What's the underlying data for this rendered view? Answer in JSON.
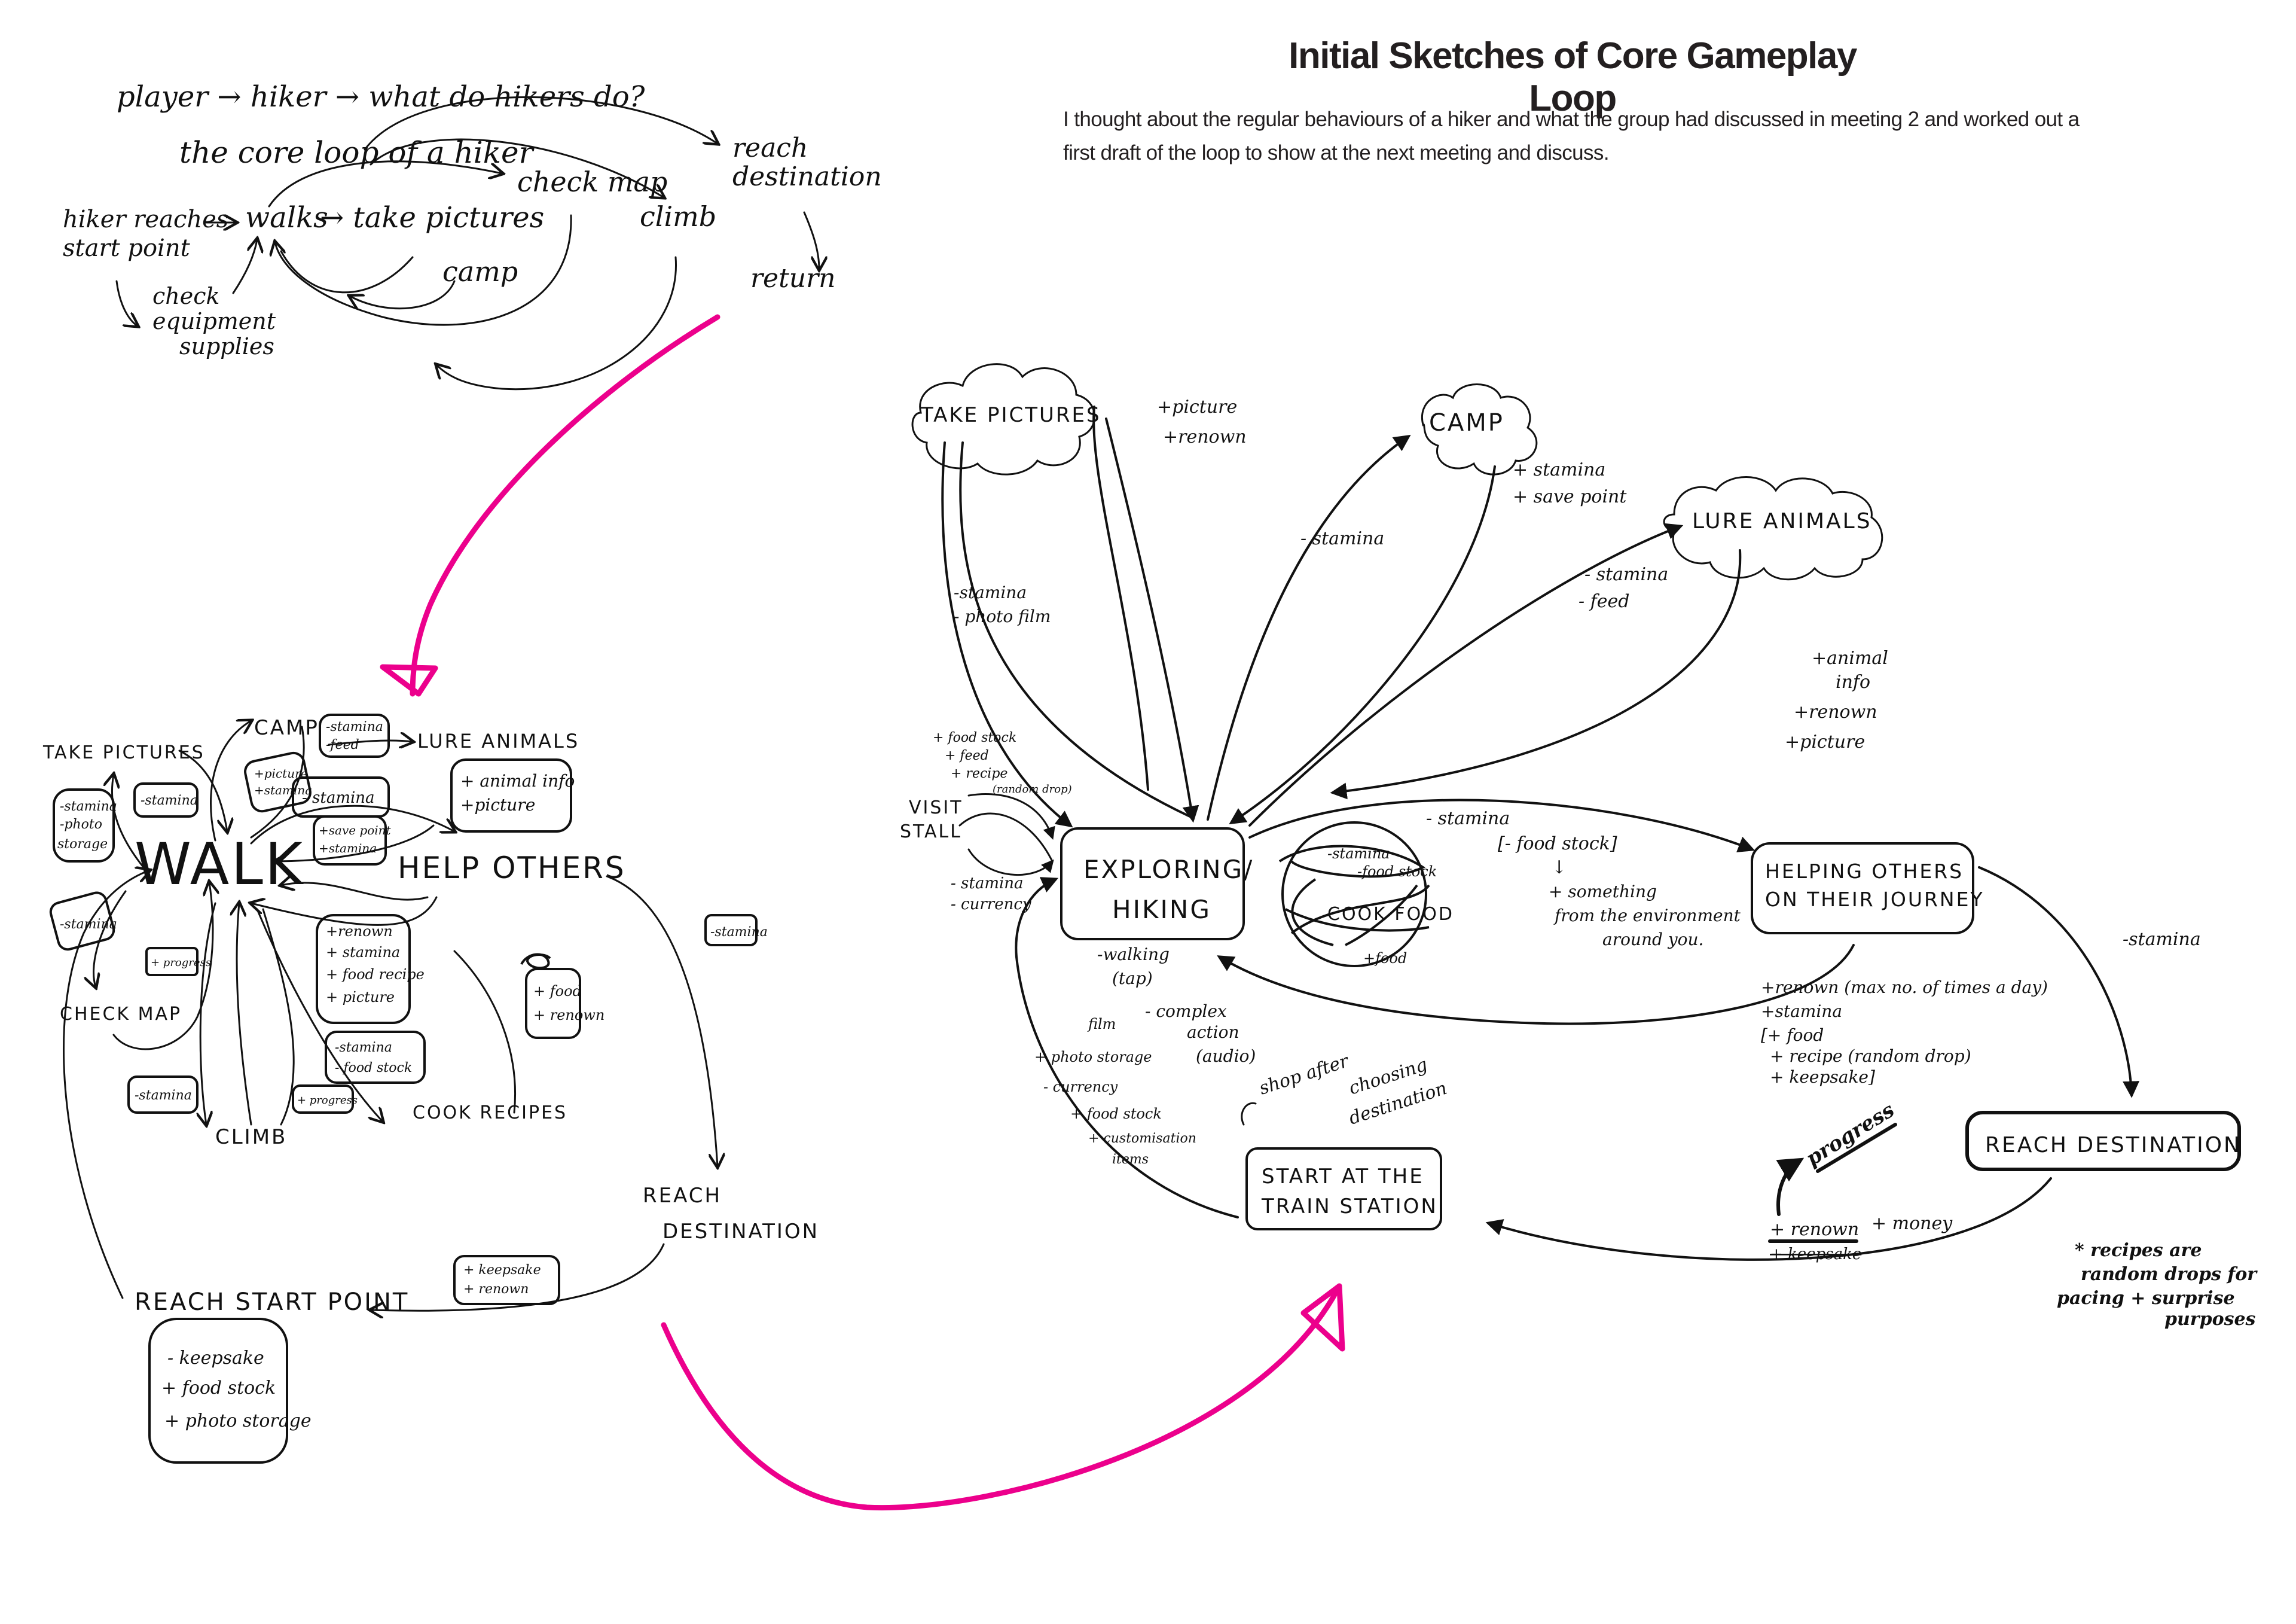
{
  "header": {
    "title": "Initial Sketches of Core Gameplay Loop",
    "description": "I thought about the regular behaviours of a hiker and what the group had discussed in meeting 2 and worked out a first draft of the loop to show at the next meeting and discuss."
  },
  "colors": {
    "ink": "#111111",
    "accent_arrow": "#ec008c",
    "text": "#231f20"
  },
  "sketch1": {
    "heading": "player → hiker → what do hikers do?",
    "subheading": "the core loop of a hiker",
    "nodes": {
      "start": [
        "hiker reaches",
        "start point"
      ],
      "walks": "walks",
      "take_pictures": "→ take pictures",
      "check_map": "check map",
      "climb": "climb",
      "camp": "camp",
      "reach_destination": [
        "reach",
        "destination"
      ],
      "return": "return",
      "check_equipment": [
        "check",
        "equipment",
        "supplies"
      ]
    }
  },
  "sketch2": {
    "nodes": {
      "walk": "WALK",
      "camp": "CAMP",
      "take_pictures": "TAKE PICTURES",
      "lure_animals": "LURE ANIMALS",
      "help_others": "HELP OTHERS",
      "check_map": "CHECK MAP",
      "climb": "CLIMB",
      "cook_recipes": "COOK RECIPES",
      "reach_destination": [
        "REACH",
        "DESTINATION"
      ],
      "reach_start_point": "REACH START POINT"
    },
    "notes": {
      "camp_cost": [
        "-stamina",
        "-feed"
      ],
      "camp_gain": [
        "+picture",
        "+stamina"
      ],
      "pictures_cost": [
        "-stamina",
        "-photo",
        "storage"
      ],
      "walk_to_pictures": "-stamina",
      "lure_gain": [
        "+ animal info",
        "+picture"
      ],
      "lure_cost": "- stamina",
      "save_point": [
        "+save point",
        "+stamina"
      ],
      "map_cost": "-stamina",
      "map_progress": "+ progress",
      "help_gain": [
        "+renown",
        "+ stamina",
        "+ food recipe",
        "+ picture"
      ],
      "climb_cost": "-stamina",
      "climb_progress": "+ progress",
      "cook_cost": [
        "-stamina",
        "- food stock"
      ],
      "cook_gain": [
        "+ food",
        "+ renown"
      ],
      "help_to_dest": "-stamina",
      "dest_gain": [
        "+ keepsake",
        "+ renown"
      ],
      "start_point_items": [
        "- keepsake",
        "+ food stock",
        "+ photo storage"
      ]
    }
  },
  "sketch3": {
    "nodes": {
      "take_pictures": "TAKE PICTURES",
      "camp": "CAMP",
      "lure_animals": "LURE ANIMALS",
      "visit_stall": [
        "VISIT",
        "STALL"
      ],
      "exploring": [
        "EXPLORING/",
        "HIKING"
      ],
      "helping_others": [
        "HELPING OTHERS",
        "ON THEIR JOURNEY"
      ],
      "start_station": [
        "START AT THE",
        "TRAIN STATION"
      ],
      "reach_destination": "REACH DESTINATION",
      "cook_food_scribbled": "COOK FOOD"
    },
    "notes": {
      "pictures_gain": [
        "+picture",
        "+renown"
      ],
      "pictures_cost": [
        "-stamina",
        "- photo film"
      ],
      "camp_cost": "- stamina",
      "camp_gain": [
        "+ stamina",
        "+ save point"
      ],
      "lure_cost": [
        "- stamina",
        "- feed"
      ],
      "lure_gain": [
        "+animal",
        "info",
        "+renown",
        "+picture"
      ],
      "stall_gain": [
        "+ food stock",
        "+ feed",
        "+ recipe",
        "(random drop)"
      ],
      "stall_cost": [
        "- stamina",
        "- currency"
      ],
      "help_cost": "- stamina",
      "food_stock": "[- food stock]",
      "food_alt": [
        "+ something",
        "from the environment",
        "around you."
      ],
      "help_gain": [
        "+renown (max no. of times a day)",
        "+stamina",
        "[+ food",
        "+ recipe (random drop)",
        "+ keepsake]"
      ],
      "help_to_dest": "-stamina",
      "walking": [
        "-walking",
        "(tap)"
      ],
      "complex_action": [
        "- complex",
        "action",
        "(audio)"
      ],
      "station_items": [
        "film",
        "+ photo storage",
        "- currency",
        "+ food stock",
        "+ customisation",
        "items"
      ],
      "shop_note": [
        "shop after",
        "choosing",
        "destination"
      ],
      "progress": "progress",
      "dest_gain": [
        "+ renown",
        "+ keepsake",
        "+ money"
      ],
      "footnote": [
        "* recipes are",
        "random drops for",
        "pacing + surprise",
        "purposes"
      ],
      "cook_scribbled": [
        "-stamina",
        "-food stock",
        "+food"
      ]
    }
  }
}
